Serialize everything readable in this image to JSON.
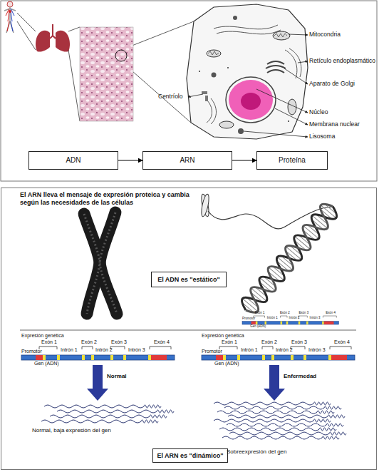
{
  "diagram": {
    "nodes": [
      {
        "text": [
          "ADN"
        ]
      },
      {
        "text": [
          "ARN"
        ]
      },
      {
        "text": [
          "Proteína"
        ]
      },
      {
        "text": [
          "El ARN lleva el mensaje de expresión proteica y cambia según las necesidades de las células"
        ]
      },
      {
        "text": [
          "El ADN es \"estático\""
        ],
        "in": 3
      },
      {
        "text": [
          "El ARN es \"dinámico\""
        ],
        "in": 3
      }
    ],
    "edges": [
      {
        "from": 0,
        "to": 1,
        "arrow": "to"
      },
      {
        "from": 1,
        "to": 2,
        "arrow": "to"
      }
    ],
    "labels": [
      "Mitocondria",
      "Retículo endoplasmático",
      "Aparato de Golgi",
      "Centríolo",
      "Núcleo",
      "Membrana nuclear",
      "Lisosoma",
      "Promotor",
      "Exón 1",
      "Intrón 1",
      "Exón 2",
      "Intrón 2",
      "Exón 3",
      "Intrón 3",
      "Exón 4",
      "Gen (ADN)",
      "Expresión genética",
      "Promotor",
      "Exón 1",
      "Intrón 1",
      "Exón 2",
      "Intrón 2",
      "Exón 3",
      "Intrón 3",
      "Exón 4",
      "Gen (ADN)",
      "Normal",
      "Normal, baja expresión del gen",
      "Expresión genética",
      "Promotor",
      "Exón 1",
      "Intrón 1",
      "Exón 2",
      "Intrón 2",
      "Exón 3",
      "Intrón 3",
      "Exón 4",
      "Gen (ADN)",
      "Enfermedad",
      "Sobreexpresión del gen"
    ]
  }
}
